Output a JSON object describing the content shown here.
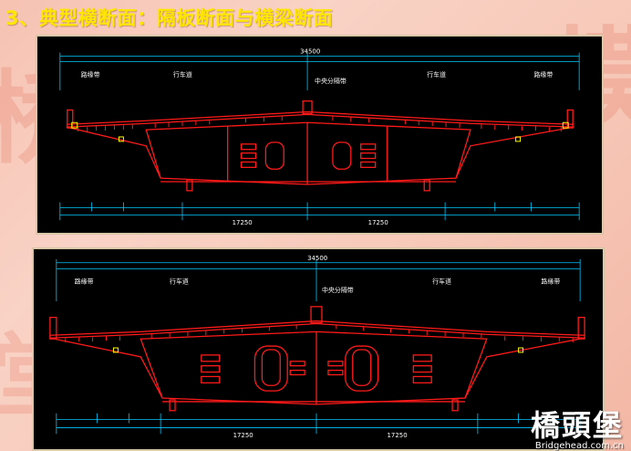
{
  "slide": {
    "title": "3、典型横断面：隔板断面与横梁断面"
  },
  "drawings": [
    {
      "name": "top",
      "labels": [
        {
          "id": "lane-left",
          "text": "行车道"
        },
        {
          "id": "lane-right",
          "text": "行车道"
        },
        {
          "id": "shoulder-left",
          "text": "路缘带"
        },
        {
          "id": "shoulder-right",
          "text": "路缘带"
        },
        {
          "id": "median",
          "text": "中央分隔带"
        },
        {
          "id": "dim-total",
          "text": "34500"
        },
        {
          "id": "dim-half-left",
          "text": "17250"
        },
        {
          "id": "dim-half-right",
          "text": "17250"
        }
      ]
    },
    {
      "name": "bottom",
      "labels": [
        {
          "id": "lane-left",
          "text": "行车道"
        },
        {
          "id": "lane-right",
          "text": "行车道"
        },
        {
          "id": "shoulder-left",
          "text": "路缘带"
        },
        {
          "id": "shoulder-right",
          "text": "路缘带"
        },
        {
          "id": "median",
          "text": "中央分隔带"
        },
        {
          "id": "dim-total",
          "text": "34500"
        },
        {
          "id": "dim-half-left",
          "text": "17250"
        },
        {
          "id": "dim-half-right",
          "text": "17250"
        }
      ]
    }
  ],
  "watermark": {
    "logo": "橋頭堡",
    "url": "Bridgehead.com.cn"
  },
  "colors": {
    "title": "#ffe600",
    "structure": "#ff1a1a",
    "dimension": "#00c8ff",
    "text": "#ffffff",
    "note": "#ffff00"
  }
}
